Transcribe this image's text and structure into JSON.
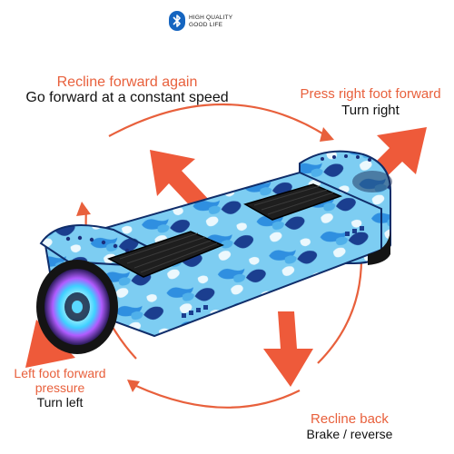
{
  "badge": {
    "icon": "bluetooth-icon",
    "line1": "HIGH QUALITY",
    "line2": "GOOD LIFE",
    "icon_color": "#1565c0"
  },
  "instructions": {
    "top_left": {
      "title": "Recline forward again",
      "subtitle": "Go forward at a constant speed"
    },
    "top_right": {
      "title": "Press right foot forward",
      "subtitle": "Turn right"
    },
    "bottom_left": {
      "title_line1": "Left foot forward",
      "title_line2": "pressure",
      "subtitle": "Turn left"
    },
    "bottom_right": {
      "title": "Recline back",
      "subtitle": "Brake / reverse"
    }
  },
  "colors": {
    "accent": "#e8603c",
    "arrow": "#ee5a3a",
    "camo_light": "#6ec6f0",
    "camo_mid": "#2f8fe0",
    "camo_dark": "#1b3e8f"
  }
}
